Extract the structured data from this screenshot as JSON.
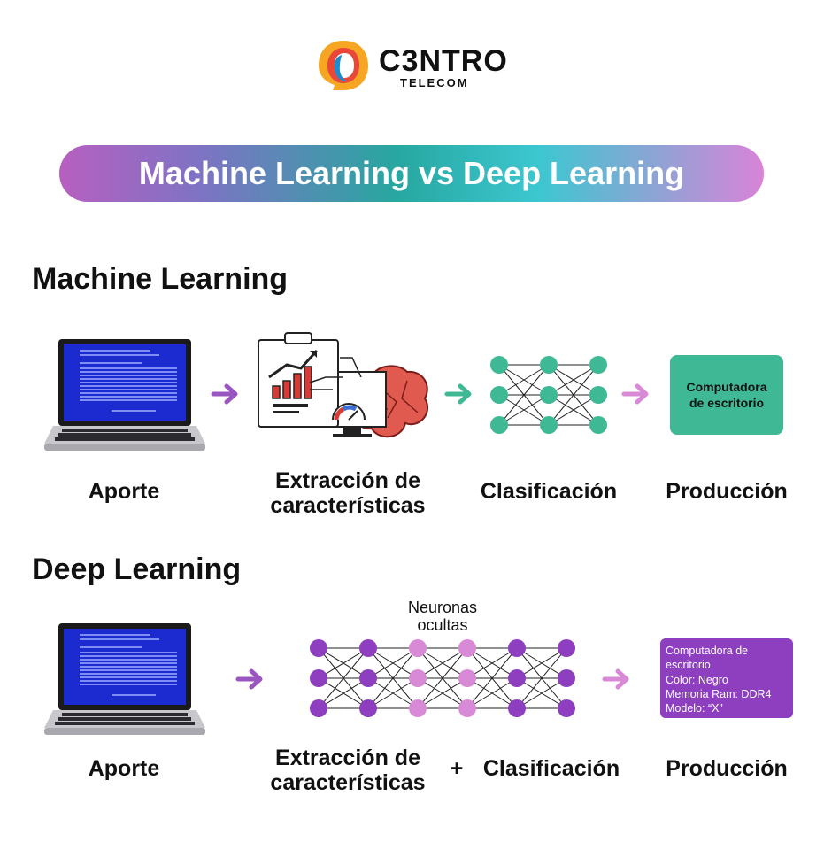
{
  "logo": {
    "name": "C3NTRO",
    "sub": "TELECOM",
    "colors": [
      "#f6a623",
      "#e8473a",
      "#1a8ccf"
    ]
  },
  "banner": {
    "title": "Machine Learning vs Deep Learning"
  },
  "ml": {
    "title": "Machine Learning",
    "labels": {
      "input": "Aporte",
      "feature_1": "Extracción de",
      "feature_2": "características",
      "classification": "Clasificación",
      "output": "Producción"
    },
    "output_box": {
      "line1": "Computadora",
      "line2": "de escritorio"
    }
  },
  "dl": {
    "title": "Deep Learning",
    "neurons_label_1": "Neuronas",
    "neurons_label_2": "ocultas",
    "labels": {
      "input": "Aporte",
      "feature_1": "Extracción de",
      "feature_2": "características",
      "plus": "+",
      "classification": "Clasificación",
      "output": "Producción"
    },
    "output_box": {
      "line1": "Computadora de",
      "line2": "escritorio",
      "line3": "Color: Negro",
      "line4": "Memoria Ram: DDR4",
      "line5": "Modelo: “X”"
    }
  },
  "colors": {
    "green": "#3fb895",
    "purple": "#8e3fc0",
    "light_purple": "#d98ad6",
    "arrow_purple": "#9a56c0",
    "arrow_green": "#3fb895"
  }
}
